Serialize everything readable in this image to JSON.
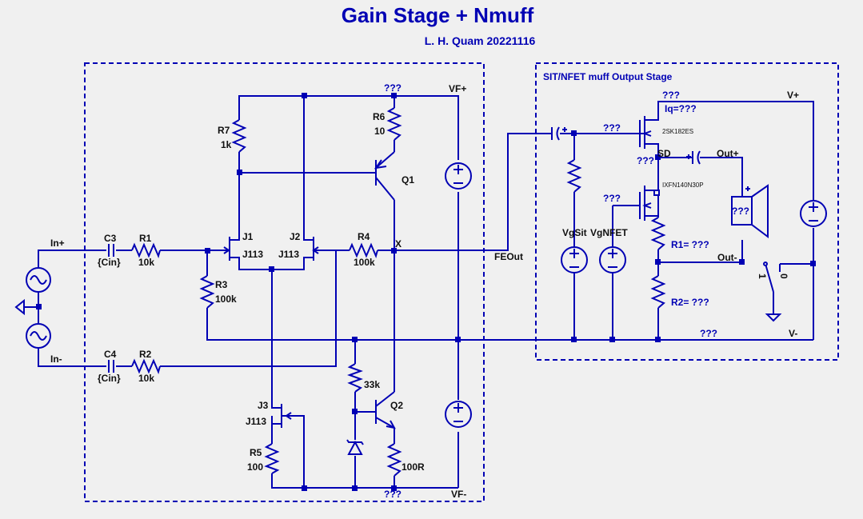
{
  "title": "Gain Stage + Nmuff",
  "author": "L. H. Quam 20221116",
  "output_stage_title": "SIT/NFET muff Output Stage",
  "nets": {
    "in_plus": "In+",
    "in_minus": "In-",
    "vf_plus": "VF+",
    "vf_minus": "VF-",
    "fe_out": "FEOut",
    "x": "X",
    "v_plus": "V+",
    "v_minus": "V-",
    "out_plus": "Out+",
    "out_minus": "Out-",
    "sd": "SD",
    "unknown": "???"
  },
  "components": {
    "c3": {
      "ref": "C3",
      "value": "{Cin}"
    },
    "c4": {
      "ref": "C4",
      "value": "{Cin}"
    },
    "r1": {
      "ref": "R1",
      "value": "10k"
    },
    "r2": {
      "ref": "R2",
      "value": "10k"
    },
    "r3": {
      "ref": "R3",
      "value": "100k"
    },
    "r4": {
      "ref": "R4",
      "value": "100k"
    },
    "r5": {
      "ref": "R5",
      "value": "100"
    },
    "r6": {
      "ref": "R6",
      "value": "10"
    },
    "r7": {
      "ref": "R7",
      "value": "1k"
    },
    "r33k": {
      "value": "33k"
    },
    "r100r": {
      "value": "100R"
    },
    "j1": {
      "ref": "J1",
      "value": "J113"
    },
    "j2": {
      "ref": "J2",
      "value": "J113"
    },
    "j3": {
      "ref": "J3",
      "value": "J113"
    },
    "q1": {
      "ref": "Q1"
    },
    "q2": {
      "ref": "Q2"
    },
    "sit": {
      "model": "2SK182ES"
    },
    "nfet": {
      "model": "IXFN140N30P"
    },
    "vgsit": {
      "ref": "VgSit"
    },
    "vgnfet": {
      "ref": "VgNFET"
    },
    "iq": {
      "label": "Iq=???"
    },
    "r1_out": {
      "label": "R1= ???"
    },
    "r2_out": {
      "label": "R2= ???"
    },
    "switch": {
      "pos1": "1",
      "pos0": "0"
    }
  },
  "colors": {
    "wire": "#0000b4",
    "background": "#f0f0f0",
    "text": "#101010"
  }
}
